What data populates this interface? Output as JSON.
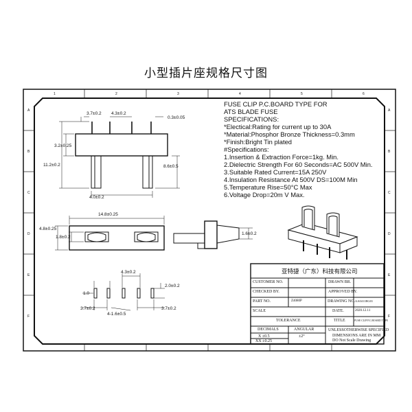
{
  "page_title": "小型插片座规格尺寸图",
  "frame": {
    "top_zones": [
      "1",
      "2",
      "3",
      "4",
      "5",
      "6"
    ],
    "side_zones": [
      "A",
      "B",
      "C",
      "D",
      "E",
      "F"
    ]
  },
  "spec": {
    "lines": [
      "FUSE CLIP P.C.BOARD TYPE FOR",
      "ATS BLADE FUSE",
      "SPECIFICATIONS:",
      "*Electical:Rating for current up to 30A",
      "*Material:Phosphor Bronze Thickness=0.3mm",
      "*Finish:Bright Tin plated",
      "#Specifications:",
      "1.Insertion & Extraction Force=1kg. Min.",
      "2.Dielectric Strength For 60 Seconds=AC 500V Min.",
      "3.Suitable Rated Current=15A 250V",
      "4.Insulation Resistance At 500V DS=100M Min",
      "5.Temperature Rise=50°C Max",
      "6.Voltage Drop=20m V Max."
    ]
  },
  "dims": {
    "top_pitch_left": "3.7±0.2",
    "top_pitch_mid": "4.3±0.2",
    "thickness": "0.3±0.05",
    "upper_height": "3.2±0.25",
    "total_height": "11.2±0.2",
    "leg_height": "8.6±0.5",
    "bottom_width": "4.0±0.2",
    "length": "14.8±0.25",
    "clip_height": "4.8±0.25",
    "clip_inner": "1.8±0.2",
    "side_width": "1.6±0.2",
    "hole_pitch_top": "4.3±0.2",
    "hole_gap_right": "2.0±0.2",
    "hole_left": "1.0",
    "hole_pitch_left": "3.7±0.2",
    "hole_pitch_right": "3.7±0.2",
    "hole_dia": "4-1.6±0.5"
  },
  "title_block": {
    "company": "亚特捷（广东）科技有限公司",
    "customer_no_label": "CUSTOMER NO.",
    "drawn_label": "DRAWN BR.",
    "checked_label": "CHECKED BY.",
    "approved_label": "APPROVED BY.",
    "part_no_label": "PART NO.",
    "part_no_value": "Z4080P",
    "drawing_no_label": "DRAWING NO.",
    "drawing_no_value": "AA0411BG01",
    "scale_label": "SCALE",
    "date_label": "DATE.",
    "date_value": "2020.12.11",
    "tolerance_label": "TOLERANCE",
    "title_label": "TITLE",
    "title_value": "FUSE CLIP P.C.BOARD TYPE",
    "decimals_label": "DECIMALS",
    "angular_label": "ANGULAR",
    "x_tol": "X ±0.5",
    "angular_tol": "±2°",
    "xx_tol": "XX ±0.25",
    "notes": [
      "UNLESSOTHERWISE SPECIFIED",
      "DIMENSIONS ARE IN MM",
      "DO Not Scale Drawing"
    ]
  }
}
